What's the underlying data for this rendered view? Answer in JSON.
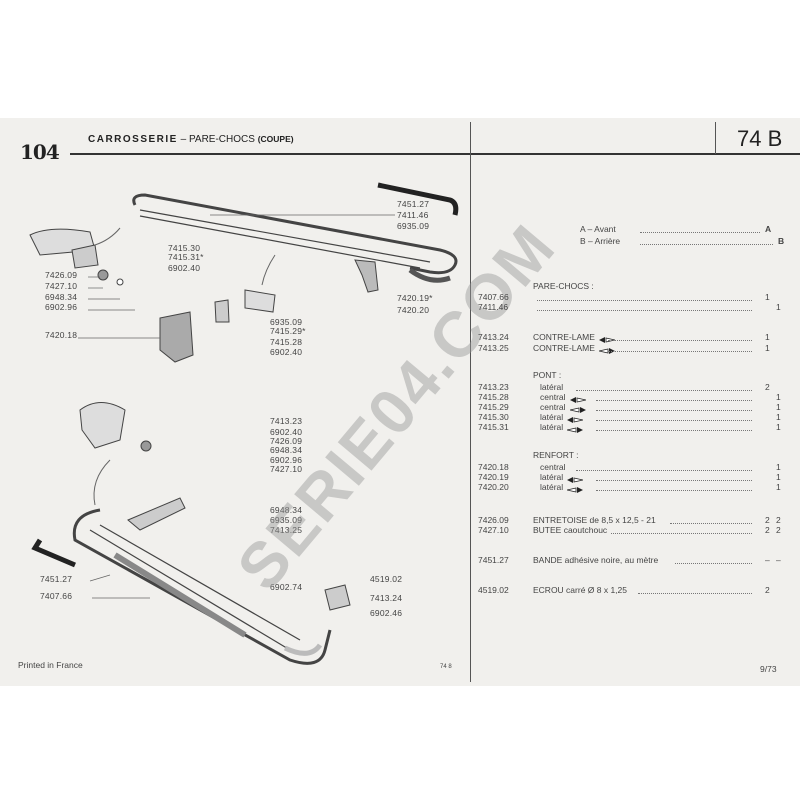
{
  "header": {
    "logo": "104",
    "title_main": "CARROSSERIE",
    "title_dash": "–",
    "title_sub": "PARE-CHOCS",
    "title_variant": "(COUPE)",
    "section": "74 B"
  },
  "legend": [
    {
      "text": "A – Avant",
      "mark": "A"
    },
    {
      "text": "B – Arrière",
      "mark": "B"
    }
  ],
  "groups": [
    {
      "heading": "PARE-CHOCS :"
    },
    {
      "heading": "PONT :"
    },
    {
      "heading": "RENFORT :"
    }
  ],
  "parts": [
    {
      "code": "7407.66",
      "desc": "",
      "qty_a": "1",
      "qty_b": "",
      "arrow": ""
    },
    {
      "code": "7411.46",
      "desc": "",
      "qty_a": "",
      "qty_b": "1",
      "arrow": ""
    },
    {
      "code": "7413.24",
      "desc": "CONTRE-LAME",
      "qty_a": "1",
      "qty_b": "",
      "arrow": "left"
    },
    {
      "code": "7413.25",
      "desc": "CONTRE-LAME",
      "qty_a": "1",
      "qty_b": "",
      "arrow": "right"
    },
    {
      "code": "7413.23",
      "desc": "latéral",
      "qty_a": "2",
      "qty_b": "",
      "arrow": ""
    },
    {
      "code": "7415.28",
      "desc": "central",
      "qty_a": "",
      "qty_b": "1",
      "arrow": "left"
    },
    {
      "code": "7415.29",
      "desc": "central",
      "qty_a": "",
      "qty_b": "1",
      "arrow": "right"
    },
    {
      "code": "7415.30",
      "desc": "latéral",
      "qty_a": "",
      "qty_b": "1",
      "arrow": "left"
    },
    {
      "code": "7415.31",
      "desc": "latéral",
      "qty_a": "",
      "qty_b": "1",
      "arrow": "right"
    },
    {
      "code": "7420.18",
      "desc": "central",
      "qty_a": "",
      "qty_b": "1",
      "arrow": ""
    },
    {
      "code": "7420.19",
      "desc": "latéral",
      "qty_a": "",
      "qty_b": "1",
      "arrow": "left"
    },
    {
      "code": "7420.20",
      "desc": "latéral",
      "qty_a": "",
      "qty_b": "1",
      "arrow": "right"
    },
    {
      "code": "7426.09",
      "desc": "ENTRETOISE de 8,5 x 12,5 - 21",
      "qty_a": "2",
      "qty_b": "2",
      "arrow": ""
    },
    {
      "code": "7427.10",
      "desc": "BUTEE caoutchouc",
      "qty_a": "2",
      "qty_b": "2",
      "arrow": ""
    },
    {
      "code": "7451.27",
      "desc": "BANDE adhésive noire, au mètre",
      "qty_a": "–",
      "qty_b": "–",
      "arrow": ""
    },
    {
      "code": "4519.02",
      "desc": "ECROU carré Ø 8 x 1,25",
      "qty_a": "2",
      "qty_b": "",
      "arrow": ""
    }
  ],
  "callouts": [
    "7451.27",
    "7411.46",
    "6935.09",
    "7415.30",
    "7415.31*",
    "6902.40",
    "7426.09",
    "7427.10",
    "6948.34",
    "6902.96",
    "7420.19*",
    "7420.20",
    "6935.09",
    "7415.29*",
    "7415.28",
    "6902.40",
    "7420.18",
    "7413.23",
    "6902.40",
    "7426.09",
    "6948.34",
    "6902.96",
    "7427.10",
    "6948.34",
    "6935.09",
    "7413.25",
    "7451.27",
    "7407.66",
    "6902.74",
    "4519.02",
    "7413.24",
    "6902.46"
  ],
  "footer": {
    "printed": "Printed in France",
    "code": "74 8",
    "date": "9/73"
  },
  "watermark": "SERIE04.COM"
}
